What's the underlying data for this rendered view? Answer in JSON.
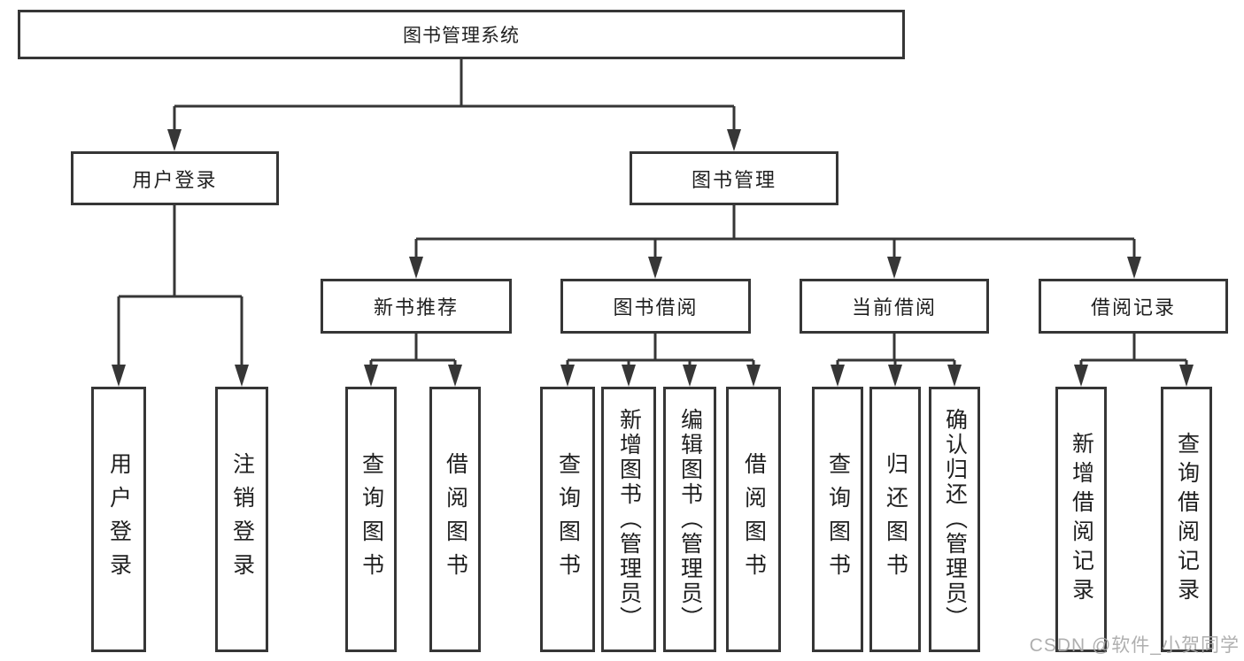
{
  "diagram_title": "图书管理系统",
  "tree": {
    "label": "图书管理系统",
    "children": [
      {
        "label": "用户登录",
        "children": [
          {
            "label": "用户登录"
          },
          {
            "label": "注销登录"
          }
        ]
      },
      {
        "label": "图书管理",
        "children": [
          {
            "label": "新书推荐",
            "children": [
              {
                "label": "查询图书"
              },
              {
                "label": "借阅图书"
              }
            ]
          },
          {
            "label": "图书借阅",
            "children": [
              {
                "label": "查询图书"
              },
              {
                "label": "新增图书（管理员）"
              },
              {
                "label": "编辑图书（管理员）"
              },
              {
                "label": "借阅图书"
              }
            ]
          },
          {
            "label": "当前借阅",
            "children": [
              {
                "label": "查询图书"
              },
              {
                "label": "归还图书"
              },
              {
                "label": "确认归还（管理员）"
              }
            ]
          },
          {
            "label": "借阅记录",
            "children": [
              {
                "label": "新增借阅记录"
              },
              {
                "label": "查询借阅记录"
              }
            ]
          }
        ]
      }
    ]
  },
  "watermark": {
    "text": "CSDN @软件_小贺同学"
  },
  "colors": {
    "line": "#363636",
    "text": "#1f1f1f",
    "background": "#ffffff",
    "watermark": "#a8a8a8"
  }
}
